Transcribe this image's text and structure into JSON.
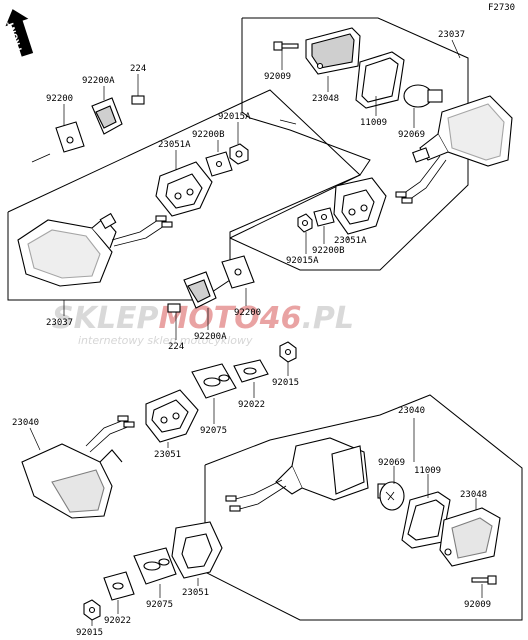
{
  "diagram_code": "F2730",
  "front_label": "FRONT",
  "labels": {
    "p23037_top": "23037",
    "p92009_top": "92009",
    "p23048_top": "23048",
    "p11009_top": "11009",
    "p92069_top": "92069",
    "p224_top": "224",
    "p92200A_top": "92200A",
    "p92200_top": "92200",
    "p92200B_top": "92200B",
    "p92015A_top": "92015A",
    "p23051A_left": "23051A",
    "p23051A_right": "23051A",
    "p92200B_right": "92200B",
    "p92015A_right": "92015A",
    "p23037_left": "23037",
    "p92200_mid": "92200",
    "p224_mid": "224",
    "p92200A_mid": "92200A",
    "p92015_mid": "92015",
    "p92022_mid": "92022",
    "p92075_mid": "92075",
    "p23051_mid": "23051",
    "p23040_left": "23040",
    "p23040_right": "23040",
    "p92069_bot": "92069",
    "p11009_bot": "11009",
    "p23048_bot": "23048",
    "p92009_bot": "92009",
    "p23051_bot": "23051",
    "p92075_bot": "92075",
    "p92022_bot": "92022",
    "p92015_bot": "92015"
  },
  "watermark": {
    "brand_prefix": "SKLEP",
    "brand_highlight": "MOTO46",
    "brand_suffix": ".PL",
    "tagline": "internetowy sklep motocyklowy"
  }
}
